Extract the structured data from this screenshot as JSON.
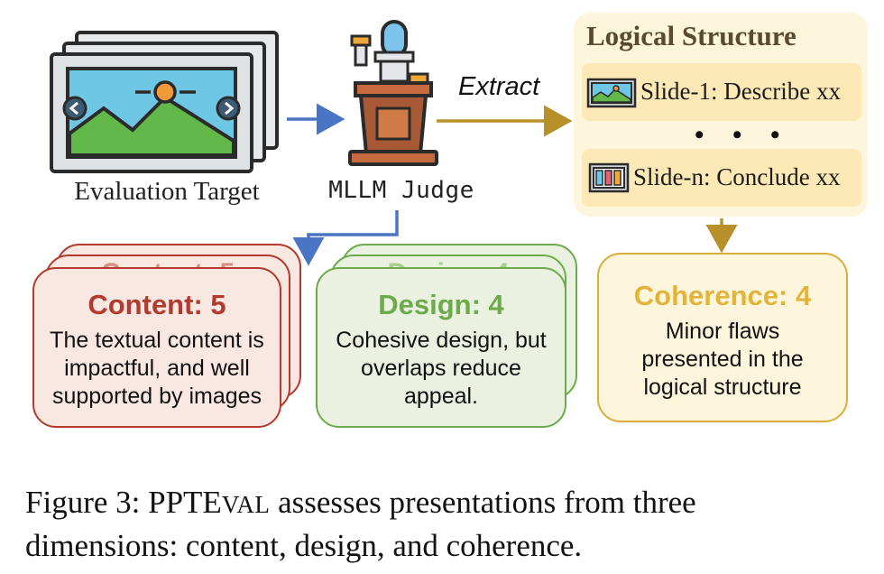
{
  "evaluation_target": {
    "label": "Evaluation Target",
    "icon": "slide-stack-icon"
  },
  "judge": {
    "label": "MLLM Judge",
    "icon": "judge-podium-icon"
  },
  "extract_label": "Extract",
  "logical_structure": {
    "title": "Logical Structure",
    "slides": [
      {
        "label": "Slide-1: Describe xx",
        "icon": "picture-slide-icon"
      },
      {
        "label": "Slide-n: Conclude xx",
        "icon": "chart-slide-icon"
      }
    ],
    "ellipsis": "• • •"
  },
  "cards": {
    "content": {
      "title": "Content: 5",
      "ghost_title": "Content: 5",
      "body": [
        "The textual content is",
        "impactful, and well",
        "supported by images"
      ]
    },
    "design": {
      "title": "Design: 4",
      "ghost_title": "Design: 4",
      "body": [
        "Cohesive design, but",
        "overlaps reduce",
        "appeal."
      ]
    },
    "coherence": {
      "title": "Coherence: 4",
      "body": [
        "Minor flaws",
        "presented in the",
        "logical structure"
      ]
    }
  },
  "caption": {
    "prefix": "Figure 3: PPT",
    "name_e": "E",
    "name_rest": "VAL",
    "line1_rest": " assesses presentations from three",
    "line2": "dimensions: content, design, and coherence."
  },
  "colors": {
    "content": "#b33a2d",
    "design": "#6cab4a",
    "coherence": "#e3b43c",
    "arrow_blue": "#4a74c4",
    "arrow_gold": "#b8902a"
  }
}
